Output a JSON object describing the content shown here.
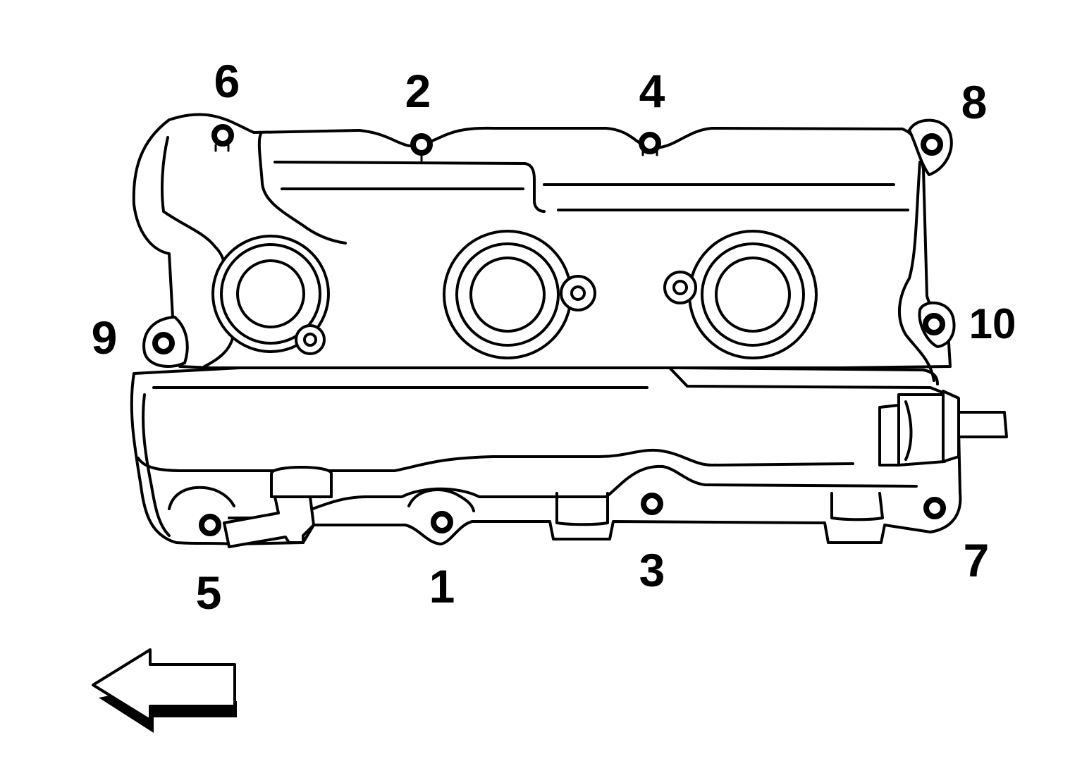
{
  "diagram": {
    "bolt_labels": [
      "1",
      "2",
      "3",
      "4",
      "5",
      "6",
      "7",
      "8",
      "9",
      "10"
    ],
    "direction_arrow": "left-pointing-arrow"
  },
  "colors": {
    "line": "#000000",
    "background": "#ffffff"
  }
}
